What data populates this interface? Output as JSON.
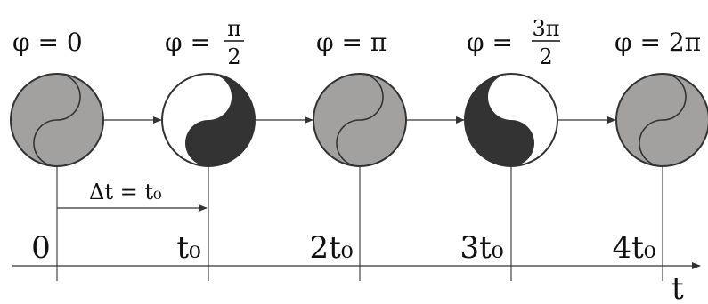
{
  "phases": [
    {
      "simple": "φ = 0"
    },
    {
      "prefix": "φ =",
      "num": "π",
      "den": "2"
    },
    {
      "simple": "φ = π"
    },
    {
      "prefix": "φ =",
      "num": "3π",
      "den": "2"
    },
    {
      "simple": "φ = 2π"
    }
  ],
  "ticks": [
    {
      "label": "0"
    },
    {
      "label": "t₀"
    },
    {
      "label": "2t₀"
    },
    {
      "label": "3t₀"
    },
    {
      "label": "4t₀"
    }
  ],
  "interval_label": "Δt = t₀",
  "axis_label": "t",
  "colors": {
    "gray": "#a3a19f",
    "dark": "#333333",
    "white": "#ffffff",
    "line": "#333333"
  }
}
